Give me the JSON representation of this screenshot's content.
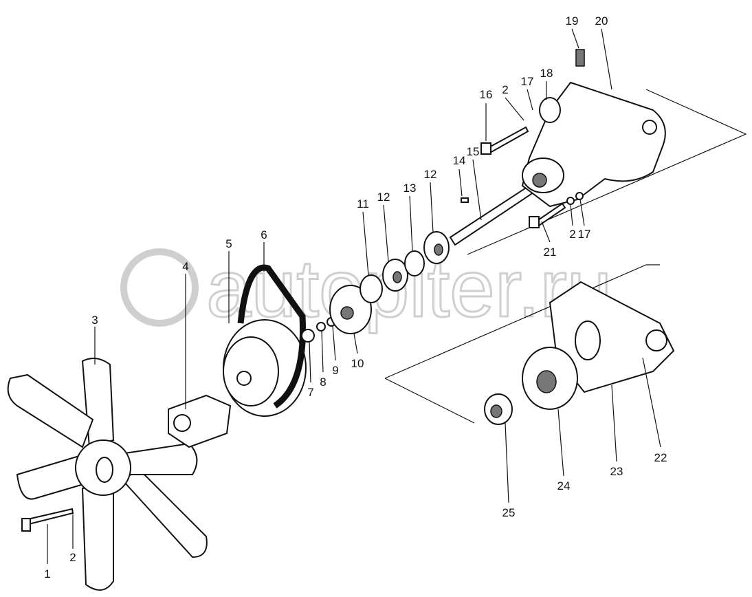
{
  "diagram": {
    "type": "exploded-parts-view",
    "watermark": "autopiter.ru",
    "callouts": [
      "1",
      "2",
      "3",
      "4",
      "5",
      "6",
      "7",
      "8",
      "9",
      "10",
      "11",
      "12",
      "12",
      "13",
      "14",
      "15",
      "16",
      "2",
      "17",
      "18",
      "19",
      "20",
      "21",
      "2",
      "17",
      "22",
      "23",
      "24",
      "25"
    ]
  }
}
